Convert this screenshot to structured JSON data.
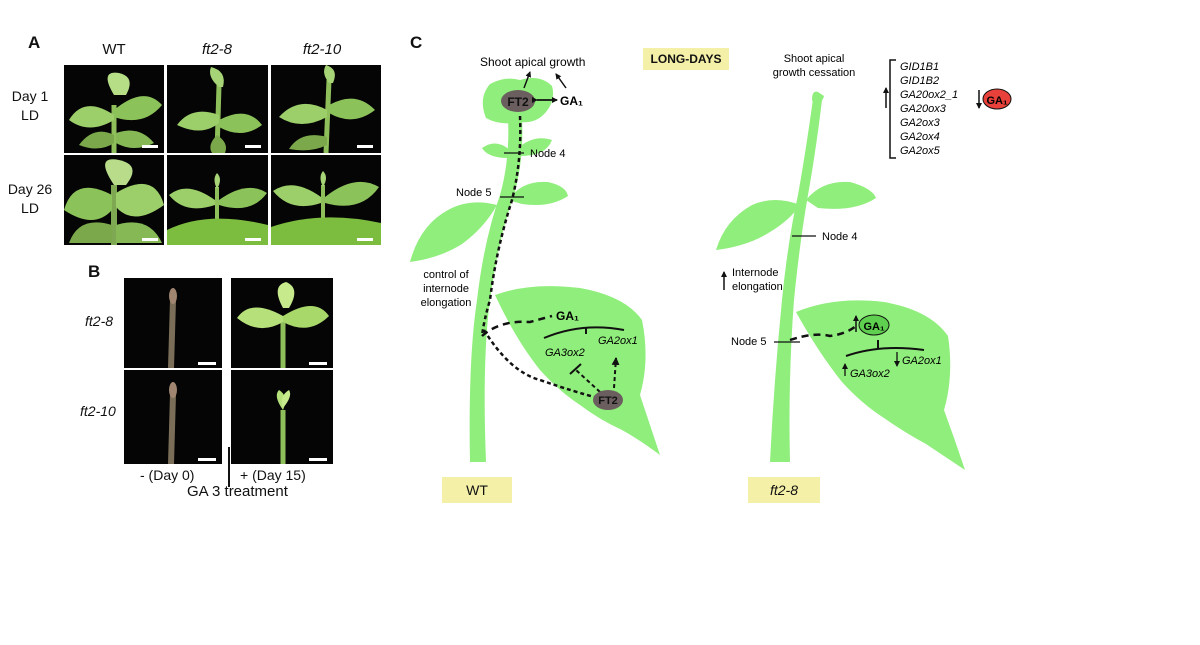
{
  "panel_a": {
    "letter": "A",
    "columns": [
      "WT",
      "ft2-8",
      "ft2-10"
    ],
    "rows": [
      {
        "line1": "Day 1",
        "line2": "LD"
      },
      {
        "line1": "Day 26",
        "line2": "LD"
      }
    ]
  },
  "panel_b": {
    "letter": "B",
    "rows": [
      "ft2-8",
      "ft2-10"
    ],
    "conditions": [
      "- (Day 0)",
      "+ (Day 15)"
    ],
    "treatment": "GA 3 treatment"
  },
  "panel_c": {
    "letter": "C",
    "condition": "LONG-DAYS",
    "wt": {
      "label": "WT",
      "apex_note": "Shoot apical growth",
      "ft2": "FT2",
      "ga1_apex": "GA₁",
      "node4": "Node 4",
      "node5": "Node 5",
      "control_line1": "control of",
      "control_line2": "internode",
      "control_line3": "elongation",
      "ga1_leaf": "GA₁",
      "ga3ox2": "GA3ox2",
      "ga2ox1": "GA2ox1",
      "ft2_leaf": "FT2"
    },
    "mutant": {
      "label": "ft2-8",
      "apex_line1": "Shoot apical",
      "apex_line2": "growth cessation",
      "genes": [
        "GID1B1",
        "GID1B2",
        "GA20ox2_1",
        "GA20ox3",
        "GA2ox3",
        "GA2ox4",
        "GA2ox5"
      ],
      "ga1_low": "GA₁",
      "node4": "Node 4",
      "internode_line1": "Internode",
      "internode_line2": "elongation",
      "node5": "Node 5",
      "ga1_leaf": "GA₁",
      "ga3ox2": "GA3ox2",
      "ga2ox1": "GA2ox1"
    }
  },
  "colors": {
    "plant_green": "#90ee7c",
    "label_yellow": "#f5f0a8",
    "ft2_grey": "#6b5e5e",
    "ga1_red": "#e8403a",
    "ga1_green": "#5fcf4f"
  }
}
